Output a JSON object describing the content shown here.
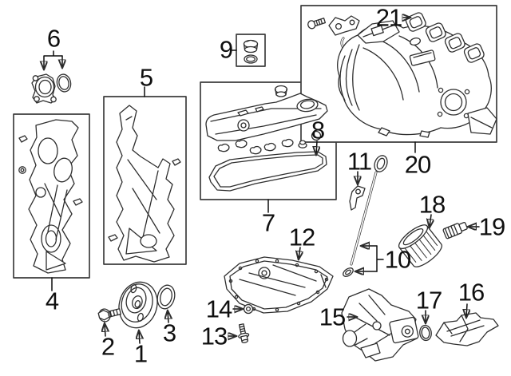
{
  "diagram": {
    "description": "Engine parts exploded diagram with numbered callouts",
    "background": "#ffffff",
    "line_color": "#2e2e2e",
    "label_color": "#0f0f0f",
    "box_border_color": "#3d3d3d"
  },
  "callouts": {
    "c1": {
      "label": "1"
    },
    "c2": {
      "label": "2"
    },
    "c3": {
      "label": "3"
    },
    "c4": {
      "label": "4"
    },
    "c5": {
      "label": "5"
    },
    "c6": {
      "label": "6"
    },
    "c7": {
      "label": "7"
    },
    "c8": {
      "label": "8"
    },
    "c9": {
      "label": "9"
    },
    "c10": {
      "label": "10"
    },
    "c11": {
      "label": "11"
    },
    "c12": {
      "label": "12"
    },
    "c13": {
      "label": "13"
    },
    "c14": {
      "label": "14"
    },
    "c15": {
      "label": "15"
    },
    "c16": {
      "label": "16"
    },
    "c17": {
      "label": "17"
    },
    "c18": {
      "label": "18"
    },
    "c19": {
      "label": "19"
    },
    "c20": {
      "label": "20"
    },
    "c21": {
      "label": "21"
    }
  }
}
